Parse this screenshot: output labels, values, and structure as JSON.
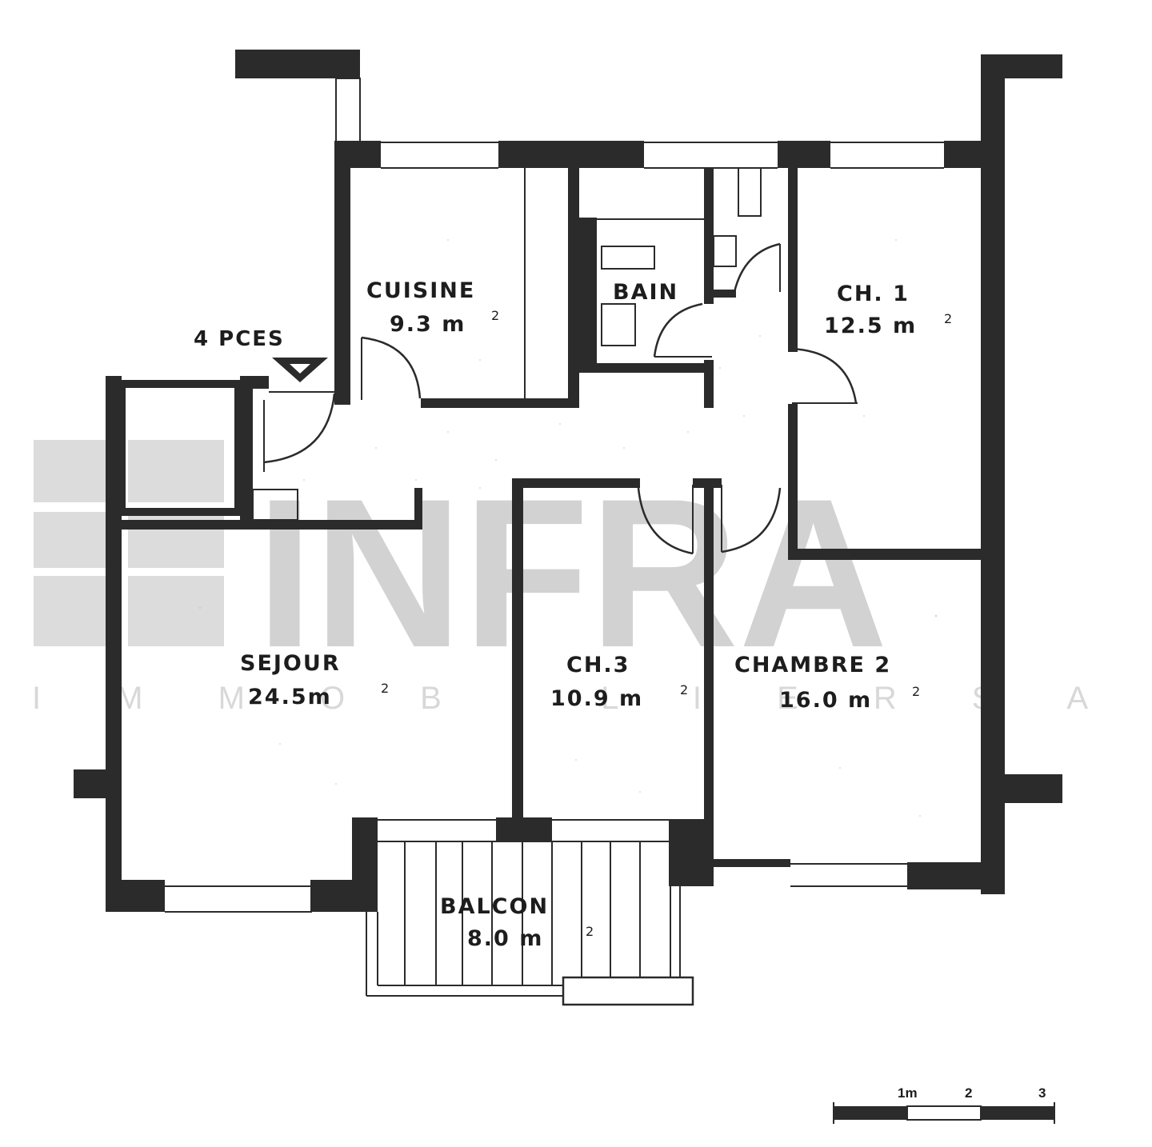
{
  "plan": {
    "title": "4 PCES",
    "entry_marker": "entry-triangle",
    "rooms": [
      {
        "id": "cuisine",
        "name": "CUISINE",
        "area": "9.3 m",
        "unit_sup": "2"
      },
      {
        "id": "bain",
        "name": "BAIN",
        "area": "",
        "unit_sup": ""
      },
      {
        "id": "ch1",
        "name": "CH. 1",
        "area": "12.5 m",
        "unit_sup": "2"
      },
      {
        "id": "sejour",
        "name": "SEJOUR",
        "area": "24.5m",
        "unit_sup": "2"
      },
      {
        "id": "ch3",
        "name": "CH.3",
        "area": "10.9 m",
        "unit_sup": "2"
      },
      {
        "id": "chambre2",
        "name": "CHAMBRE 2",
        "area": "16.0 m",
        "unit_sup": "2"
      },
      {
        "id": "balcon",
        "name": "BALCON",
        "area": "8.0 m",
        "unit_sup": "2"
      }
    ]
  },
  "watermark": {
    "brand": "INFRA",
    "subtitle": "I M M O B I L I E R   S A"
  },
  "scale_bar": {
    "labels": [
      "1m",
      "2",
      "3"
    ]
  },
  "colors": {
    "wall": "#2b2b2b",
    "watermark": "#d2d2d2",
    "background": "#ffffff"
  }
}
